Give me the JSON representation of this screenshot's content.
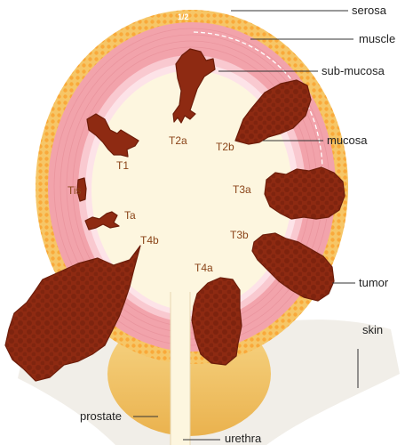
{
  "labels": {
    "serosa": "serosa",
    "muscle": "muscle",
    "sub_mucosa": "sub-mucosa",
    "mucosa": "mucosa",
    "tumor": "tumor",
    "skin": "skin",
    "prostate": "prostate",
    "urethra": "urethra"
  },
  "fraction_mark": "1/2",
  "stages": {
    "t2a": "T2a",
    "t2b": "T2b",
    "t1": "T1",
    "tis": "Tis",
    "ta": "Ta",
    "t3a": "T3a",
    "t3b": "T3b",
    "t4b": "T4b",
    "t4a": "T4a"
  },
  "colors": {
    "serosa": "#f6c667",
    "serosa_dots": "#f9a93a",
    "muscle": "#f2a3ab",
    "submucosa": "#f9c9d0",
    "mucosa": "#fde3e8",
    "lumen": "#fdf6df",
    "tumor": "#8e2a12",
    "tumor_dark": "#6d1d0a",
    "prostate": "#f3c668",
    "skin": "#f1eee8",
    "stage_label": "#8a4418"
  }
}
